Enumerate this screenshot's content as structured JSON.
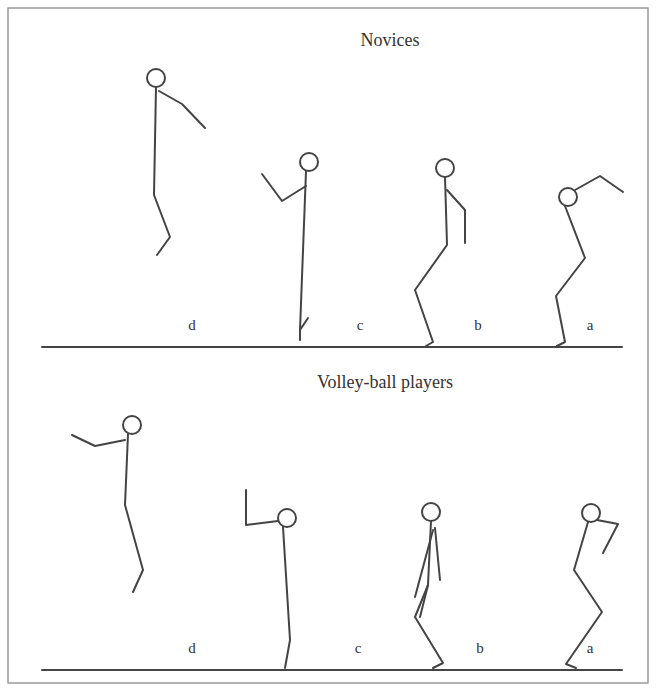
{
  "diagram": {
    "labels": [
      "Novices",
      "d",
      "c",
      "b",
      "a",
      "Volley-ball players",
      "d",
      "c",
      "b",
      "a"
    ]
  }
}
